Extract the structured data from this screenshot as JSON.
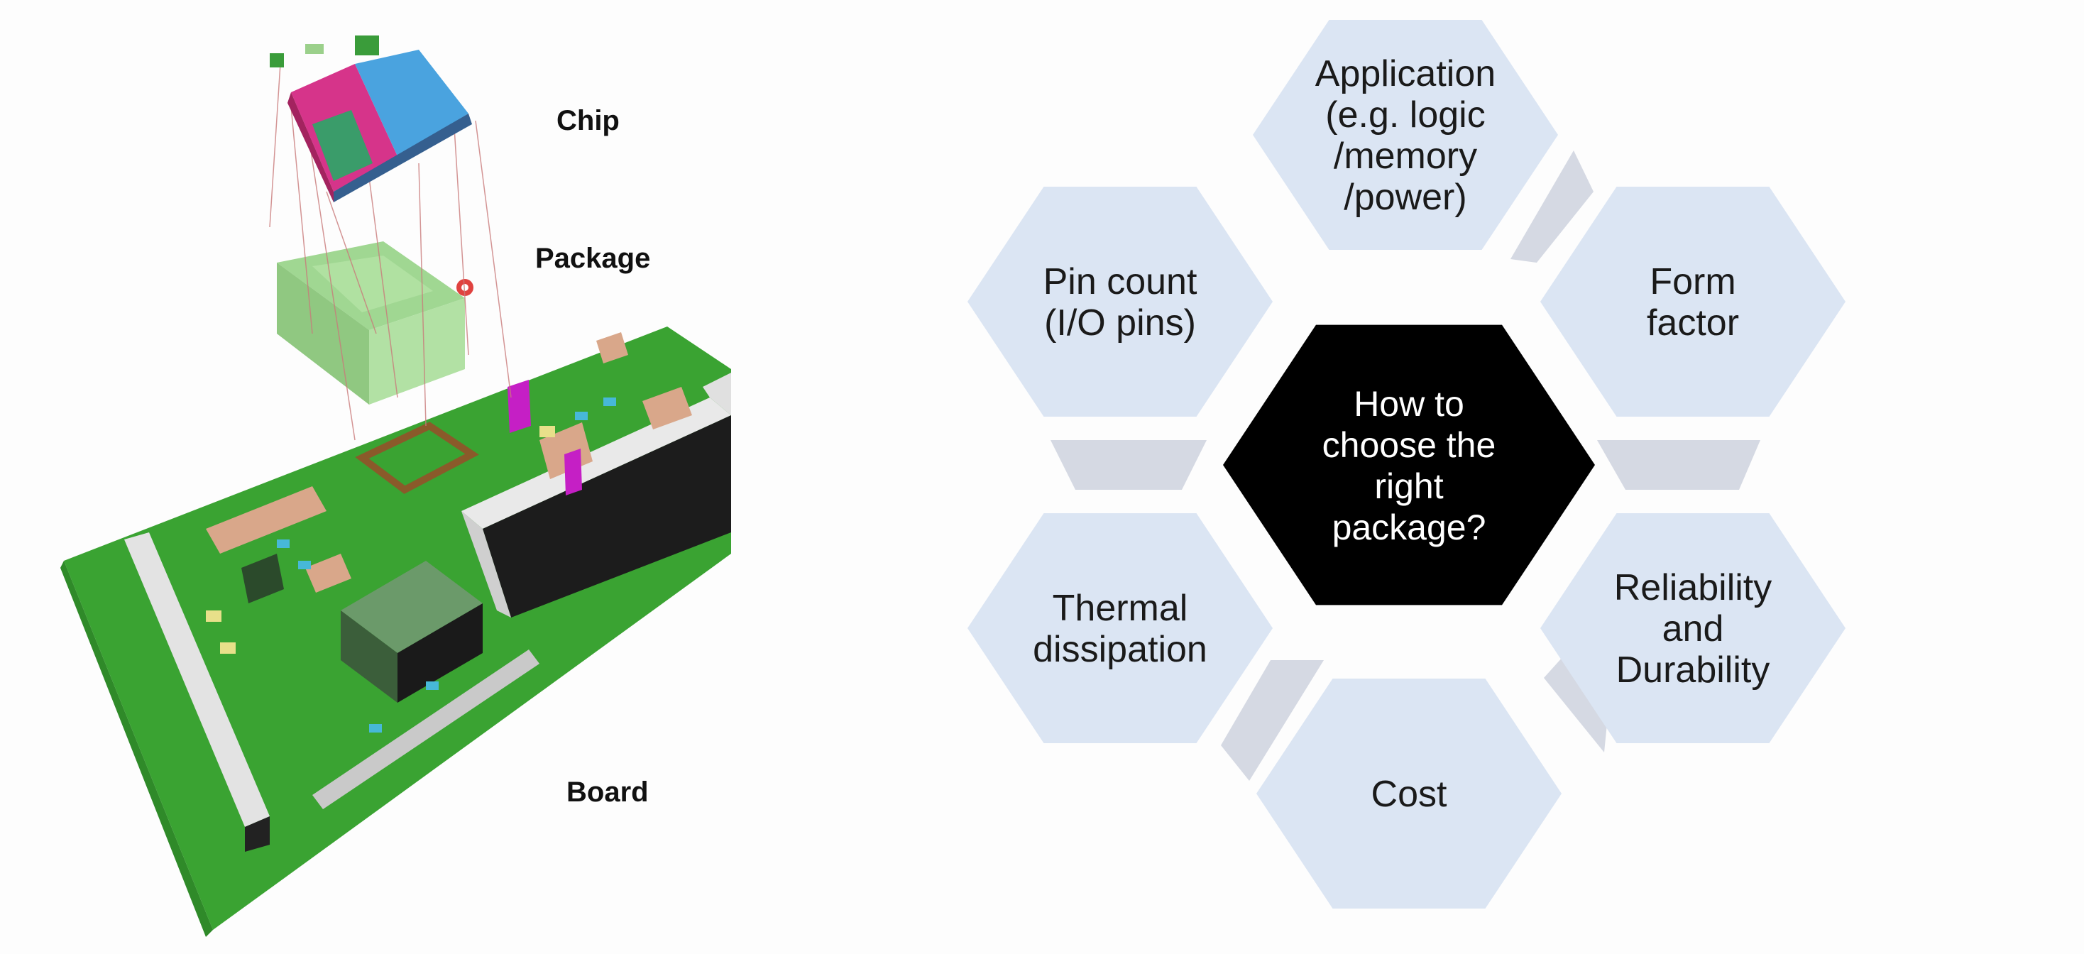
{
  "illustration": {
    "labels": {
      "chip": "Chip",
      "package": "Package",
      "board": "Board"
    },
    "colors": {
      "board_green": "#3fa535",
      "package_green": "#8fd07f",
      "chip_pink": "#d6348a",
      "chip_blue": "#4aa3df",
      "component_tan": "#d9a78a",
      "connector_gray": "#e0e0e0",
      "magenta": "#c51fc5"
    }
  },
  "hex_diagram": {
    "center": {
      "lines": [
        "How to",
        "choose the",
        "right",
        "package?"
      ]
    },
    "items": [
      {
        "id": "application",
        "lines": [
          "Application",
          "(e.g. logic",
          "/memory",
          "/power)"
        ]
      },
      {
        "id": "form-factor",
        "lines": [
          "Form",
          "factor"
        ]
      },
      {
        "id": "reliability",
        "lines": [
          "Reliability",
          "and",
          "Durability"
        ]
      },
      {
        "id": "cost",
        "lines": [
          "Cost"
        ]
      },
      {
        "id": "thermal",
        "lines": [
          "Thermal",
          "dissipation"
        ]
      },
      {
        "id": "pin-count",
        "lines": [
          "Pin count",
          "(I/O pins)"
        ]
      }
    ],
    "colors": {
      "hex_fill": "#dbe5f3",
      "connector_fill": "#d5d9e3",
      "center_fill": "#000000"
    }
  }
}
